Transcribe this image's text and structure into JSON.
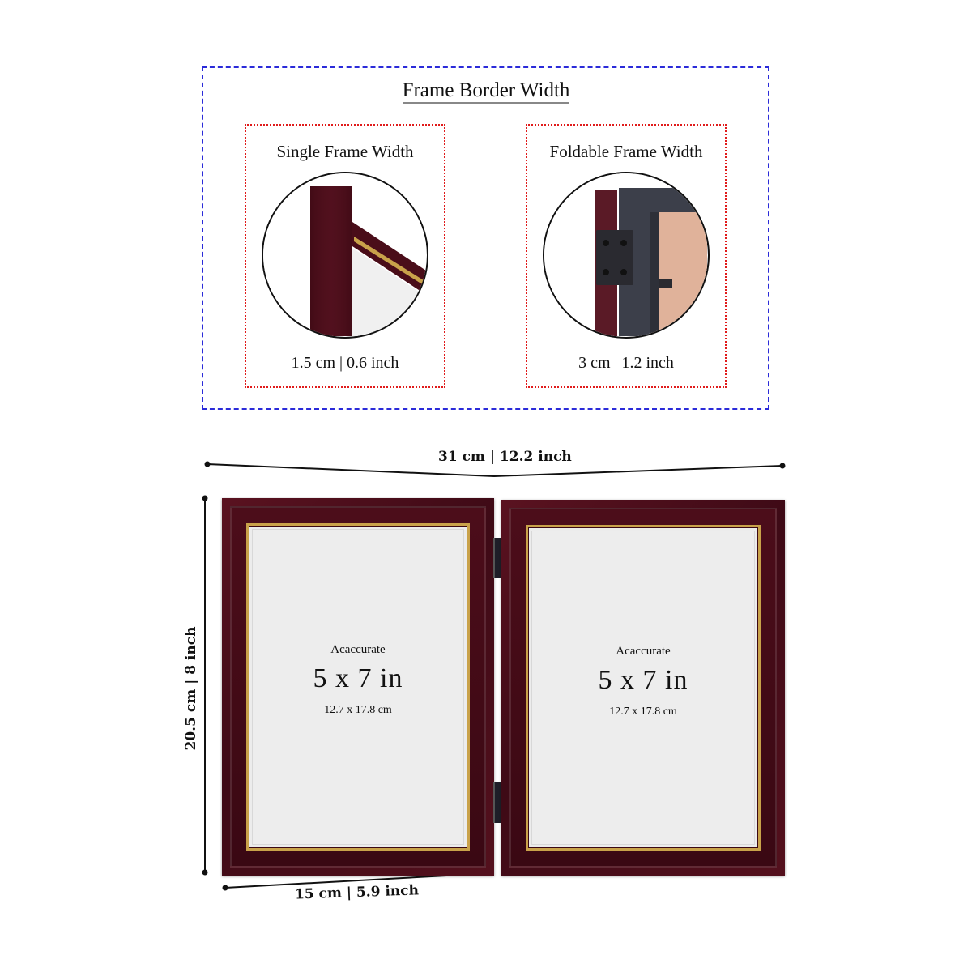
{
  "border_section": {
    "title": "Frame Border Width",
    "single": {
      "title": "Single Frame Width",
      "measurement": "1.5 cm | 0.6 inch",
      "image": "single-frame-corner-closeup"
    },
    "foldable": {
      "title": "Foldable Frame Width",
      "measurement": "3 cm | 1.2 inch",
      "image": "foldable-frame-hinge-closeup"
    }
  },
  "dimensions": {
    "total_width": "31 cm | 12.2 inch",
    "height": "20.5 cm | 8 inch",
    "single_width": "15 cm | 5.9 inch"
  },
  "frames": [
    {
      "label": "Acaccurate",
      "size": "5 x 7 in",
      "size_cm": "12.7 x 17.8 cm"
    },
    {
      "label": "Acaccurate",
      "size": "5 x 7 in",
      "size_cm": "12.7 x 17.8 cm"
    }
  ],
  "colors": {
    "outer_border": "#2b2bd9",
    "inner_border": "#e01b1b",
    "frame_wood": "#4a0d19",
    "gold_trim": "#c9a24a"
  }
}
